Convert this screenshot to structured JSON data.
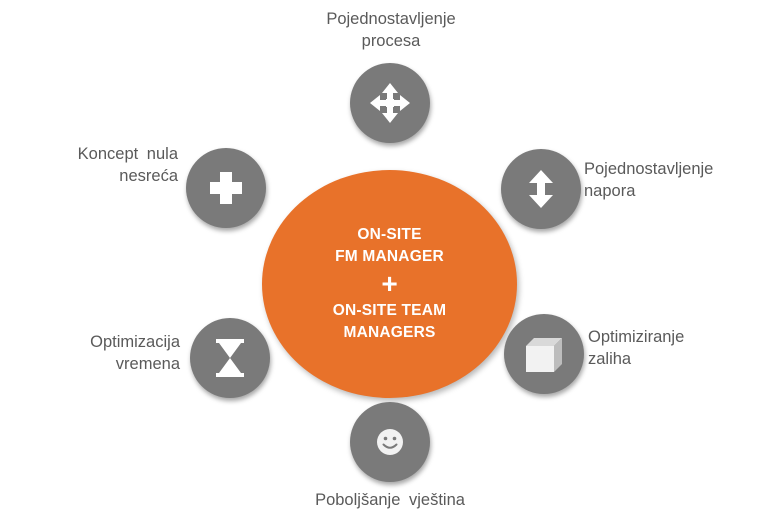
{
  "center": {
    "line1": "ON-SITE",
    "line2": "FM MANAGER",
    "plus": "+",
    "line3": "ON-SITE TEAM",
    "line4": "MANAGERS",
    "fill_color": "#E8722A"
  },
  "node_color": "#7a7a7a",
  "nodes": [
    {
      "id": "top",
      "icon": "move-arrows-icon",
      "label_lines": [
        "Pojednostavljenje",
        "procesa"
      ]
    },
    {
      "id": "top-right",
      "icon": "up-down-arrow-icon",
      "label_lines": [
        "Pojednostavljenje",
        "napora"
      ]
    },
    {
      "id": "bottom-right",
      "icon": "box-icon",
      "label_lines": [
        "Optimiziranje",
        "zaliha"
      ]
    },
    {
      "id": "bottom",
      "icon": "smiley-face-icon",
      "label_lines": [
        "Poboljšanje  vještina"
      ]
    },
    {
      "id": "bottom-left",
      "icon": "hourglass-icon",
      "label_lines": [
        "Optimizacija",
        "vremena"
      ]
    },
    {
      "id": "top-left",
      "icon": "plus-icon",
      "label_lines": [
        "Koncept  nula",
        "nesreća"
      ]
    }
  ]
}
